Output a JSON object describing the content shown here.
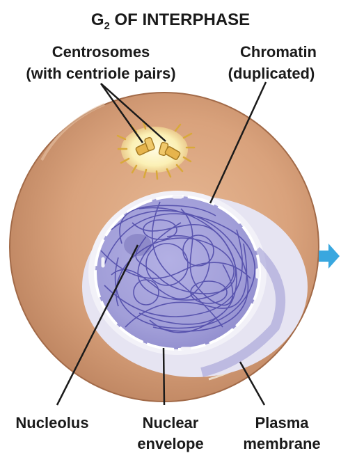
{
  "title": {
    "main": "G",
    "subscript": "2",
    "rest": " OF INTERPHASE"
  },
  "labels": {
    "centrosomes": {
      "line1": "Centrosomes",
      "line2": "(with centriole pairs)"
    },
    "chromatin": {
      "line1": "Chromatin",
      "line2": "(duplicated)"
    },
    "nucleolus": {
      "line1": "Nucleolus"
    },
    "nuclear_envelope": {
      "line1": "Nuclear",
      "line2": "envelope"
    },
    "plasma_membrane": {
      "line1": "Plasma",
      "line2": "membrane"
    }
  },
  "colors": {
    "cell_cytoplasm": "#d9a27c",
    "cell_edge": "#b87b58",
    "membrane_outline": "#efe3d0",
    "nucleus_fill": "#a9a6dd",
    "nucleus_halo": "#e6e4f2",
    "chromatin_strand": "#4c47a7",
    "centrosome_glow": "#fbf0b5",
    "centriole": "#e6b44c",
    "arrow": "#39a7df",
    "text": "#1a1a1a"
  },
  "icons": {
    "next_arrow": "right-arrow-icon"
  }
}
